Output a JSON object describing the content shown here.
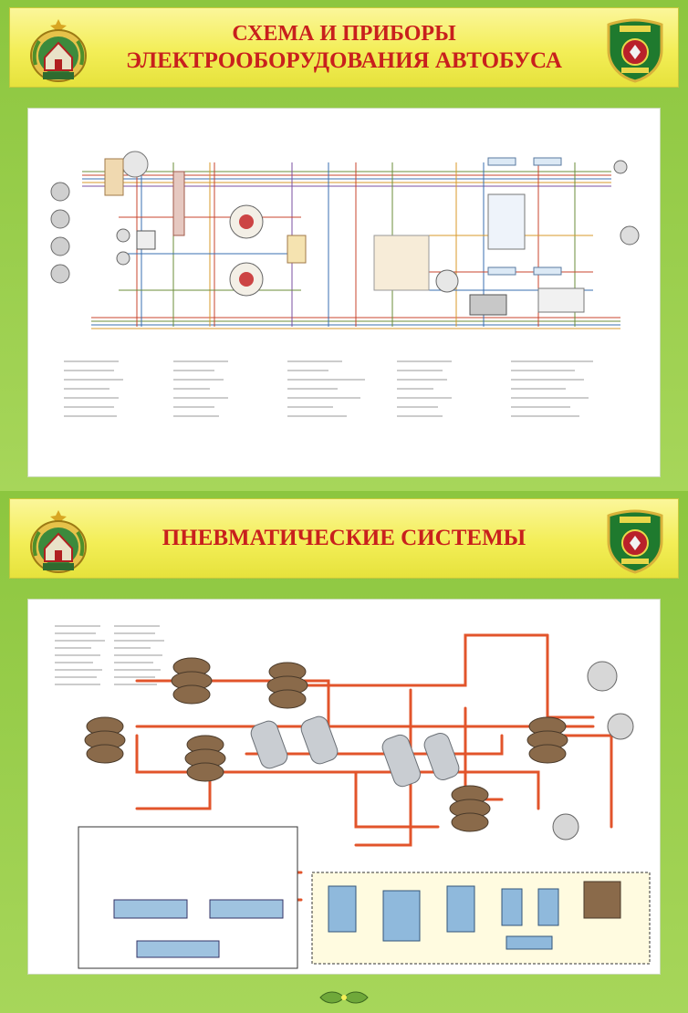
{
  "poster": {
    "section1": {
      "title_line1": "СХЕМА И ПРИБОРЫ",
      "title_line2": "ЭЛЕКТРООБОРУДОВАНИЯ АВТОБУСА",
      "left_emblem_icon": "wreath-house-emblem-icon",
      "right_emblem_icon": "green-shield-badge-icon"
    },
    "section2": {
      "title": "ПНЕВМАТИЧЕСКИЕ СИСТЕМЫ",
      "left_emblem_icon": "wreath-house-emblem-icon",
      "right_emblem_icon": "green-shield-badge-icon"
    },
    "colors": {
      "frame_green": "#8cc63f",
      "banner_yellow": "#f3ee57",
      "title_red": "#c8201d",
      "pneumatic_line": "#e2542b"
    },
    "footer_icon": "ornament-icon"
  }
}
